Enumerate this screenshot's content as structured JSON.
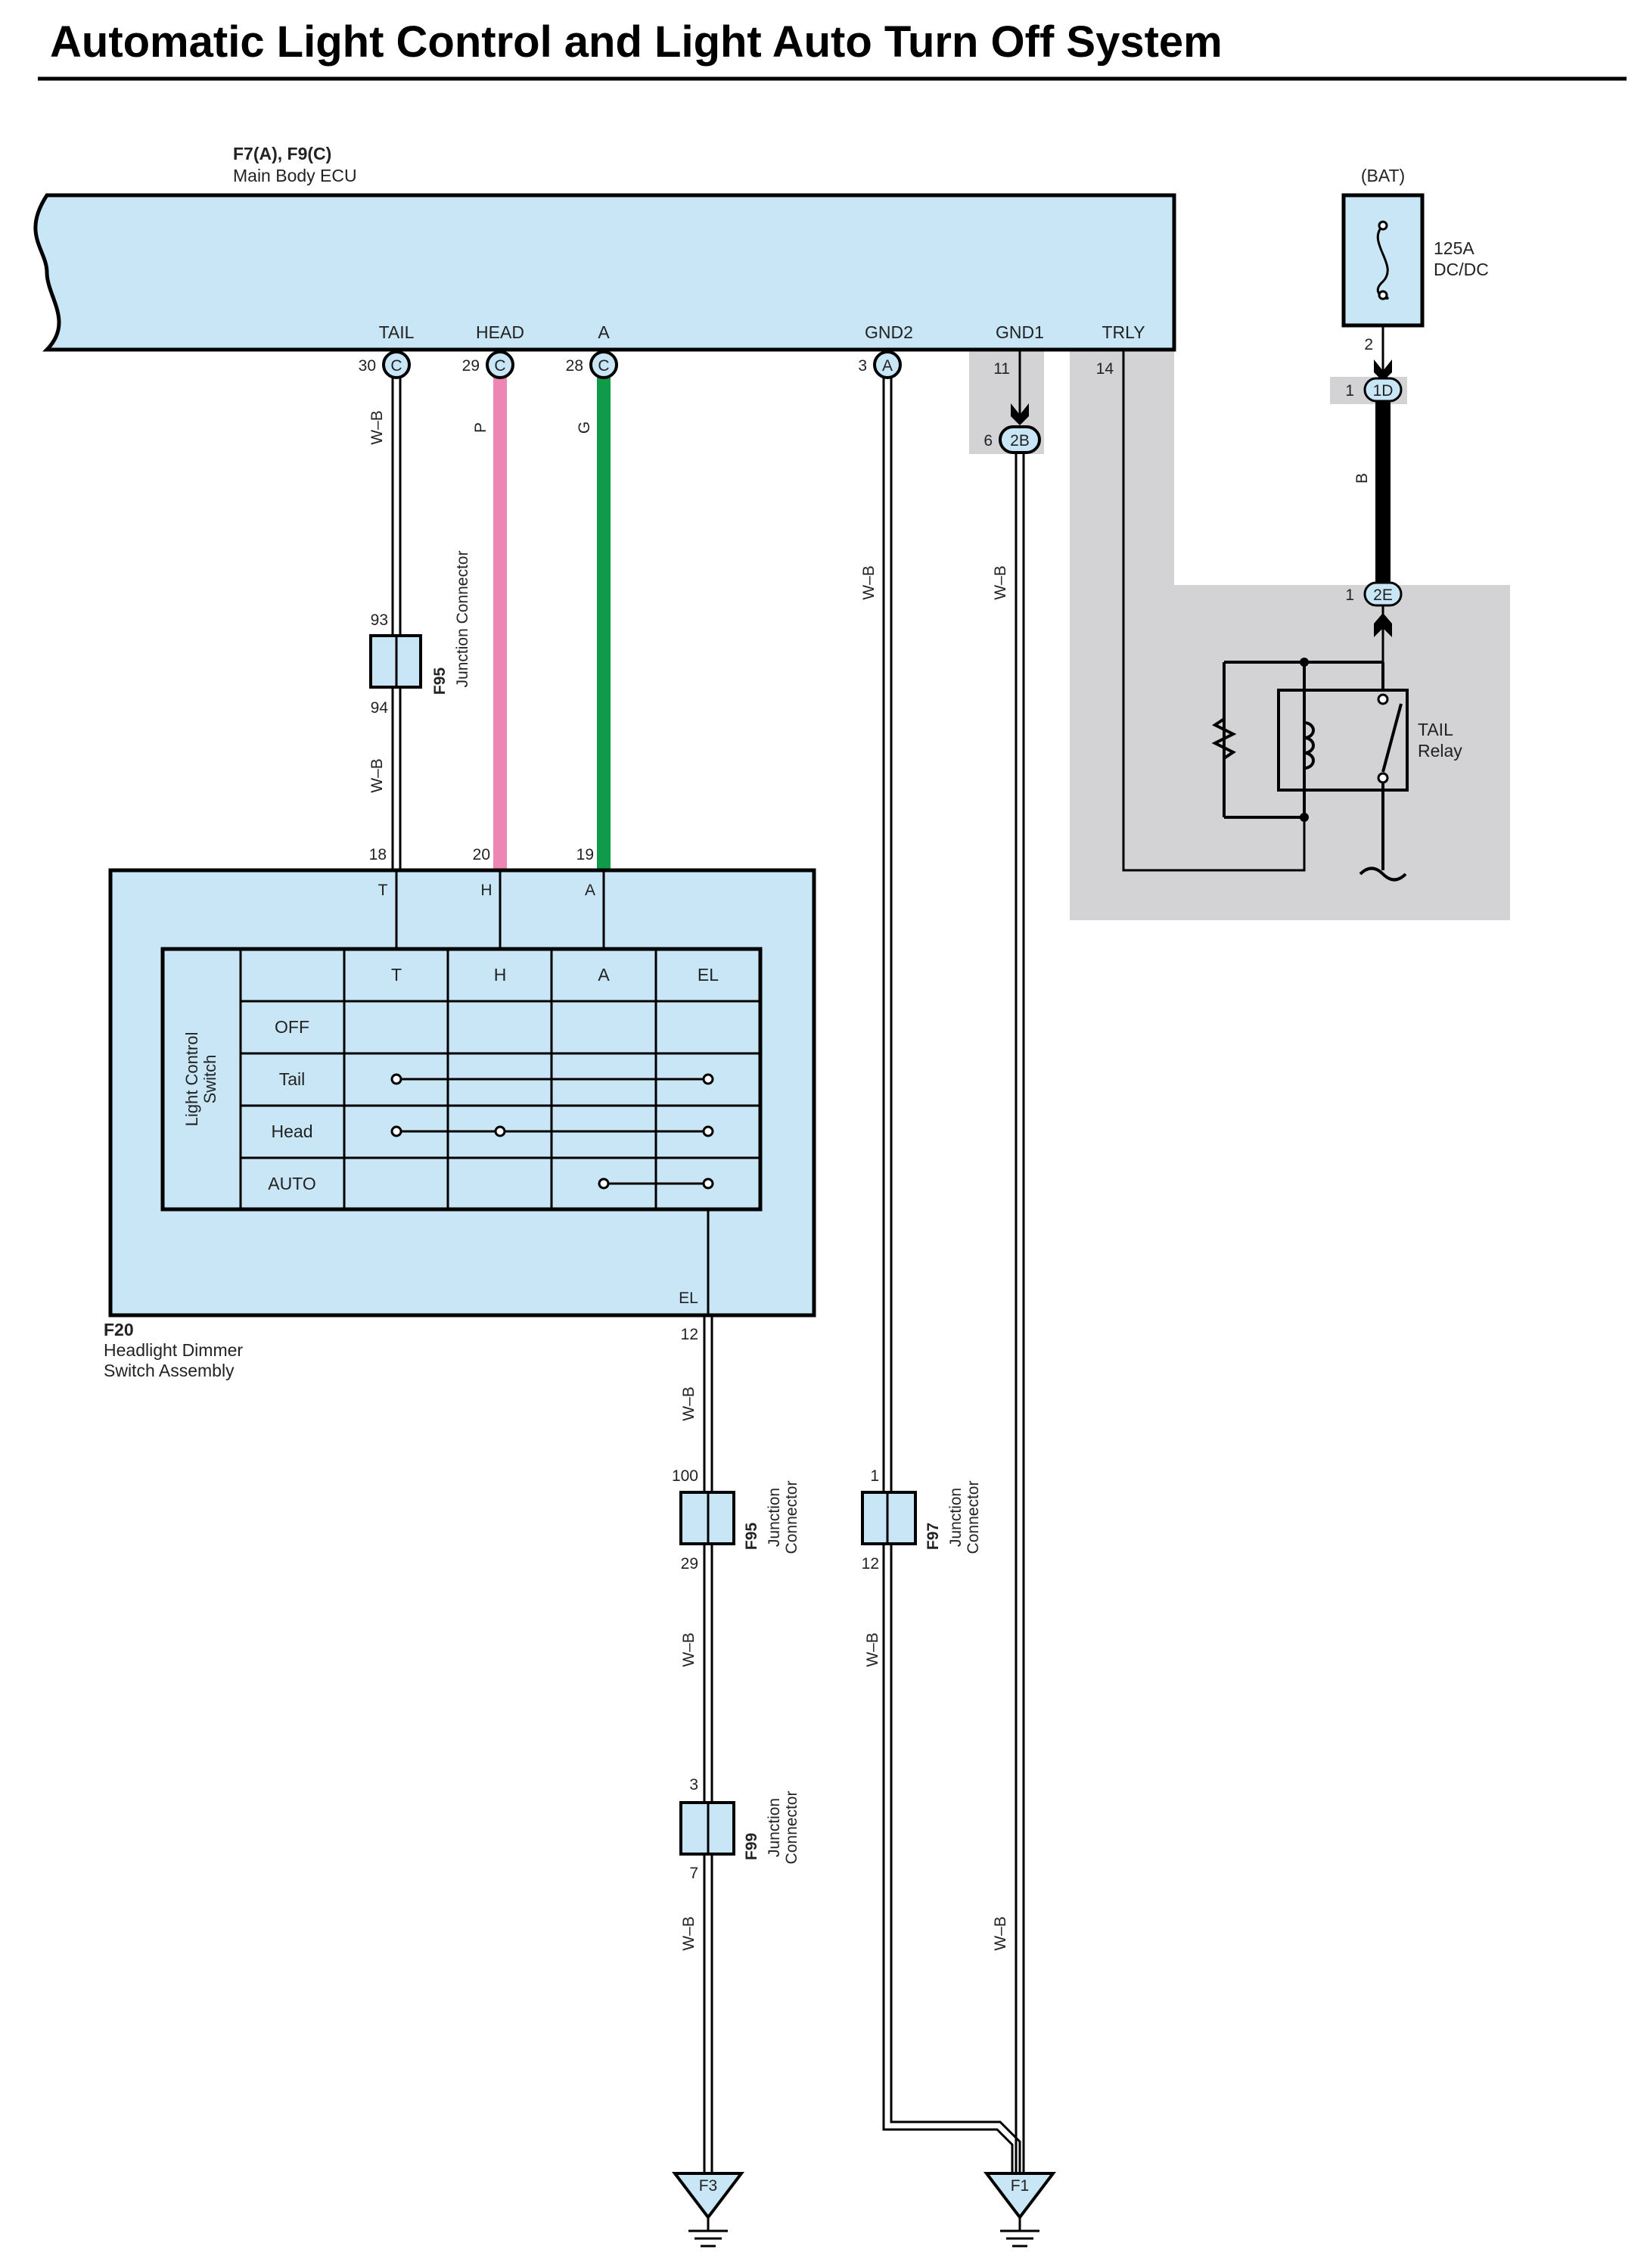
{
  "title": "Automatic Light Control and Light Auto Turn Off System",
  "ecu": {
    "code": "F7(A), F9(C)",
    "name": "Main Body ECU",
    "terminals": [
      {
        "label": "TAIL",
        "pin": "30",
        "conn": "C"
      },
      {
        "label": "HEAD",
        "pin": "29",
        "conn": "C"
      },
      {
        "label": "A",
        "pin": "28",
        "conn": "C"
      },
      {
        "label": "GND2",
        "pin": "3",
        "conn": "A"
      },
      {
        "label": "GND1",
        "pin": "11"
      },
      {
        "label": "TRLY",
        "pin": "14"
      }
    ]
  },
  "battery": {
    "label": "(BAT)",
    "fuse_rating": "125A",
    "fuse_name": "DC/DC",
    "pin": "2"
  },
  "connectors": {
    "c1d": {
      "pin": "1",
      "id": "1D"
    },
    "c2e": {
      "pin": "1",
      "id": "2E"
    },
    "c2b": {
      "pin": "6",
      "id": "2B"
    }
  },
  "relay": {
    "name_line1": "TAIL",
    "name_line2": "Relay"
  },
  "wires": {
    "wb": "W–B",
    "p": "P",
    "g": "G",
    "b": "B"
  },
  "junctions": {
    "j1": {
      "code": "F95",
      "name": "Junction Connector",
      "pin_in": "93",
      "pin_out": "94"
    },
    "j2": {
      "code": "F95",
      "name_line1": "Junction",
      "name_line2": "Connector",
      "pin_in": "100",
      "pin_out": "29"
    },
    "j3": {
      "code": "F97",
      "name_line1": "Junction",
      "name_line2": "Connector",
      "pin_in": "1",
      "pin_out": "12"
    },
    "j4": {
      "code": "F99",
      "name_line1": "Junction",
      "name_line2": "Connector",
      "pin_in": "3",
      "pin_out": "7"
    }
  },
  "switch_assembly": {
    "code": "F20",
    "name_line1": "Headlight Dimmer",
    "name_line2": "Switch Assembly",
    "pins": [
      {
        "pin": "18",
        "label": "T"
      },
      {
        "pin": "20",
        "label": "H"
      },
      {
        "pin": "19",
        "label": "A"
      }
    ],
    "el_label": "EL",
    "el_pin": "12",
    "switch_name_line1": "Light Control",
    "switch_name_line2": "Switch",
    "columns": [
      "T",
      "H",
      "A",
      "EL"
    ],
    "positions": [
      "OFF",
      "Tail",
      "Head",
      "AUTO"
    ]
  },
  "grounds": [
    "F3",
    "F1"
  ]
}
